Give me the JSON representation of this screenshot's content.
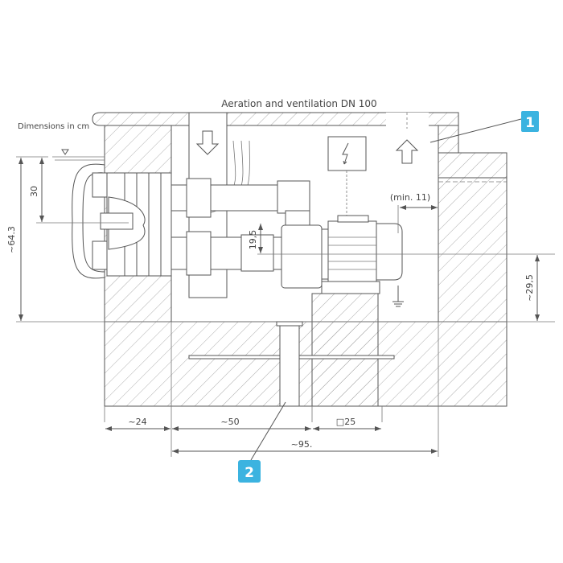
{
  "title": "Aeration and ventilation DN 100",
  "units_note": "Dimensions in cm",
  "callouts": [
    {
      "label": "1"
    },
    {
      "label": "2"
    }
  ],
  "dimensions": {
    "total_height": "~64.3",
    "water_to_jet": "30",
    "pipe_spacing": "19,5",
    "pump_axis_height": "~29,5",
    "min_clearance": "(min. 11)",
    "wall_thickness": "~24",
    "pump_distance": "~50",
    "plinth_size": "□25",
    "chamber_width": "~95."
  },
  "colors": {
    "callout": "#3bb3e0",
    "line": "#555555"
  },
  "icons": [
    "arrow-down-icon",
    "arrow-up-icon",
    "lightning-icon",
    "ground-icon",
    "water-level-icon"
  ]
}
